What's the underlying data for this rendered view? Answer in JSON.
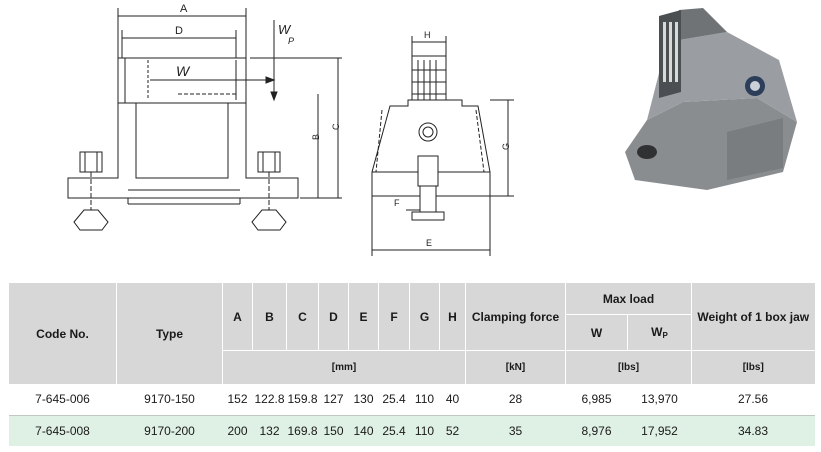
{
  "drawing": {
    "labels": {
      "A": "A",
      "B": "B",
      "C": "C",
      "D": "D",
      "E": "E",
      "F": "F",
      "G": "G",
      "H": "H",
      "W": "W",
      "Wp": "W",
      "Wp_sub": "P"
    }
  },
  "table": {
    "headers": {
      "code": "Code No.",
      "type": "Type",
      "dims": [
        "A",
        "B",
        "C",
        "D",
        "E",
        "F",
        "G",
        "H"
      ],
      "clamping": "Clamping force",
      "max_load": "Max load",
      "w": "W",
      "wp": "W",
      "wp_sub": "P",
      "weight": "Weight of 1 box jaw",
      "unit_mm": "[mm]",
      "unit_kn": "[kN]",
      "unit_lbs": "[lbs]",
      "unit_lbs2": "[lbs]"
    },
    "rows": [
      {
        "code": "7-645-006",
        "type": "9170-150",
        "A": "152",
        "B": "122.8",
        "C": "159.8",
        "D": "127",
        "E": "130",
        "F": "25.4",
        "G": "110",
        "H": "40",
        "clamping": "28",
        "w": "6,985",
        "wp": "13,970",
        "weight": "27.56"
      },
      {
        "code": "7-645-008",
        "type": "9170-200",
        "A": "200",
        "B": "132",
        "C": "169.8",
        "D": "150",
        "E": "140",
        "F": "25.4",
        "G": "110",
        "H": "52",
        "clamping": "35",
        "w": "8,976",
        "wp": "17,952",
        "weight": "34.83"
      }
    ]
  }
}
